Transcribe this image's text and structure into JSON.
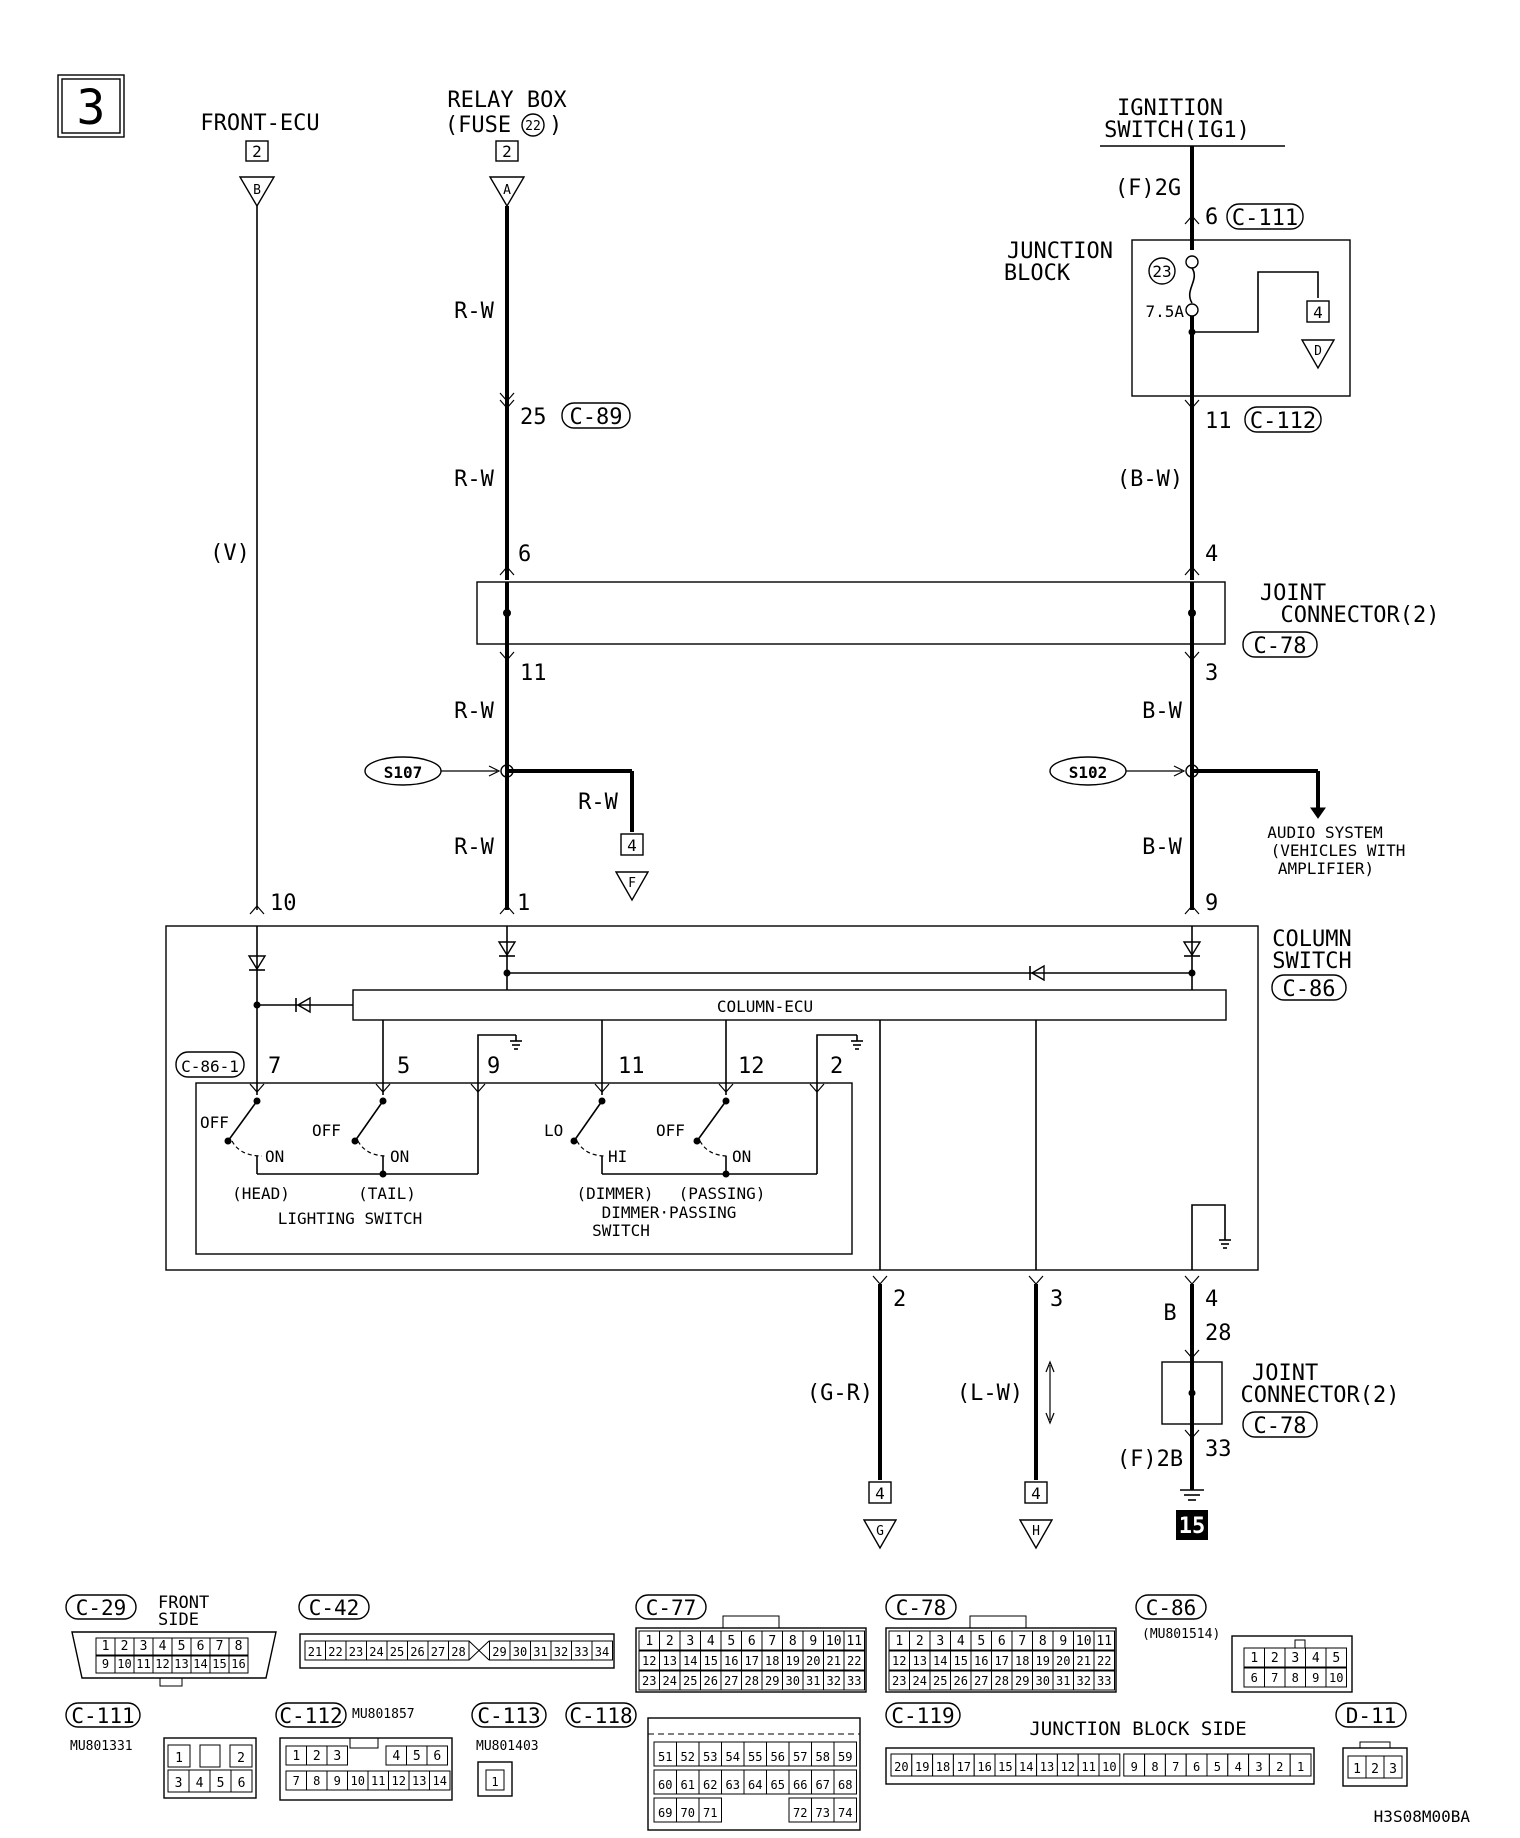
{
  "page": {
    "page_number": "3",
    "code": "H3S08M00BA"
  },
  "sources": {
    "front_ecu": {
      "label": "FRONT-ECU",
      "box": "2",
      "arrow": "B"
    },
    "relay_box": {
      "label1": "RELAY BOX",
      "label2": "(FUSE",
      "fuse": "22",
      "label2_end": ")",
      "box": "2",
      "arrow": "A"
    },
    "ignition": {
      "label1": "IGNITION",
      "label2": "SWITCH(IG1)"
    }
  },
  "wires": {
    "v": "(V)",
    "rw_1": "R-W",
    "rw_2": "R-W",
    "rw_3": "R-W",
    "rw_4": "R-W",
    "rw_5": "R-W",
    "bw_paren": "(B-W)",
    "bw_1": "B-W",
    "bw_2": "B-W",
    "f2g": "(F)2G",
    "gr": "(G-R)",
    "lw": "(L-W)",
    "b": "B",
    "f2b": "(F)2B"
  },
  "pins": {
    "p6_c111": "6",
    "c111": "C-111",
    "p25": "25",
    "c89": "C-89",
    "p11_c112": "11",
    "c112": "C-112",
    "p6_jc": "6",
    "p4_jc": "4",
    "p11_jc": "11",
    "p3_jc": "3",
    "p10": "10",
    "p1": "1",
    "p9": "9",
    "p7": "7",
    "p5": "5",
    "p9b": "9",
    "p11b": "11",
    "p12": "12",
    "p2b": "2",
    "p2_out": "2",
    "p3_out": "3",
    "p4_out": "4",
    "p28": "28",
    "p33": "33"
  },
  "junction_block": {
    "label1": "JUNCTION",
    "label2": "BLOCK",
    "fuse_no": "23",
    "rating": "7.5A",
    "box": "4",
    "arrow": "D"
  },
  "joint_connector_top": {
    "label1": "JOINT",
    "label2": "CONNECTOR(2)",
    "conn": "C-78"
  },
  "joint_connector_bottom": {
    "label1": "JOINT",
    "label2": "CONNECTOR(2)",
    "conn": "C-78"
  },
  "splices": {
    "s107": "S107",
    "s102": "S102",
    "f_box": "4",
    "f_arrow": "F",
    "audio1": "AUDIO SYSTEM",
    "audio2": "(VEHICLES WITH",
    "audio3": "AMPLIFIER)"
  },
  "column_switch": {
    "label1": "COLUMN",
    "label2": "SWITCH",
    "conn": "C-86",
    "ecu": "COLUMN-ECU",
    "sub_conn": "C-86-1",
    "off1": "OFF",
    "on1": "ON",
    "off2": "OFF",
    "on2": "ON",
    "lo": "LO",
    "hi": "HI",
    "off3": "OFF",
    "on3": "ON",
    "head": "(HEAD)",
    "tail": "(TAIL)",
    "lighting": "LIGHTING SWITCH",
    "dimmer": "(DIMMER)",
    "passing": "(PASSING)",
    "dp1": "DIMMER·PASSING",
    "dp2": "SWITCH"
  },
  "outputs": {
    "g_box": "4",
    "g_arrow": "G",
    "h_box": "4",
    "h_arrow": "H",
    "ground": "15"
  },
  "connectors": {
    "c29": {
      "name": "C-29",
      "side1": "FRONT",
      "side2": "SIDE",
      "row1": [
        "1",
        "2",
        "3",
        "4",
        "5",
        "6",
        "7",
        "8"
      ],
      "row2": [
        "9",
        "10",
        "11",
        "12",
        "13",
        "14",
        "15",
        "16"
      ]
    },
    "c42": {
      "name": "C-42",
      "pins": [
        "21",
        "22",
        "23",
        "24",
        "25",
        "26",
        "27",
        "28",
        "29",
        "30",
        "31",
        "32",
        "33",
        "34"
      ]
    },
    "c77": {
      "name": "C-77",
      "row1": [
        "1",
        "2",
        "3",
        "4",
        "5",
        "6",
        "7",
        "8",
        "9",
        "10",
        "11"
      ],
      "row2": [
        "12",
        "13",
        "14",
        "15",
        "16",
        "17",
        "18",
        "19",
        "20",
        "21",
        "22"
      ],
      "row3": [
        "23",
        "24",
        "25",
        "26",
        "27",
        "28",
        "29",
        "30",
        "31",
        "32",
        "33"
      ]
    },
    "c78": {
      "name": "C-78",
      "row1": [
        "1",
        "2",
        "3",
        "4",
        "5",
        "6",
        "7",
        "8",
        "9",
        "10",
        "11"
      ],
      "row2": [
        "12",
        "13",
        "14",
        "15",
        "16",
        "17",
        "18",
        "19",
        "20",
        "21",
        "22"
      ],
      "row3": [
        "23",
        "24",
        "25",
        "26",
        "27",
        "28",
        "29",
        "30",
        "31",
        "32",
        "33"
      ]
    },
    "c86": {
      "name": "C-86",
      "part": "(MU801514)",
      "row1": [
        "1",
        "2",
        "3",
        "4",
        "5"
      ],
      "row2": [
        "6",
        "7",
        "8",
        "9",
        "10"
      ]
    },
    "c111": {
      "name": "C-111",
      "part": "MU801331",
      "row1": [
        "1",
        "2"
      ],
      "row2": [
        "3",
        "4",
        "5",
        "6"
      ]
    },
    "c112": {
      "name": "C-112",
      "part": "MU801857",
      "row1": [
        "1",
        "2",
        "3",
        "4",
        "5",
        "6"
      ],
      "row2": [
        "7",
        "8",
        "9",
        "10",
        "11",
        "12",
        "13",
        "14"
      ]
    },
    "c113": {
      "name": "C-113",
      "part": "MU801403",
      "pins": [
        "1"
      ]
    },
    "c118": {
      "name": "C-118",
      "row1": [
        "51",
        "52",
        "53",
        "54",
        "55",
        "56",
        "57",
        "58",
        "59"
      ],
      "row2": [
        "60",
        "61",
        "62",
        "63",
        "64",
        "65",
        "66",
        "67",
        "68"
      ],
      "row3": [
        "69",
        "70",
        "71",
        "72",
        "73",
        "74"
      ]
    },
    "c119": {
      "name": "C-119",
      "side": "JUNCTION BLOCK SIDE",
      "pins": [
        "20",
        "19",
        "18",
        "17",
        "16",
        "15",
        "14",
        "13",
        "12",
        "11",
        "10",
        "9",
        "8",
        "7",
        "6",
        "5",
        "4",
        "3",
        "2",
        "1"
      ]
    },
    "d11": {
      "name": "D-11",
      "pins": [
        "1",
        "2",
        "3"
      ]
    }
  }
}
